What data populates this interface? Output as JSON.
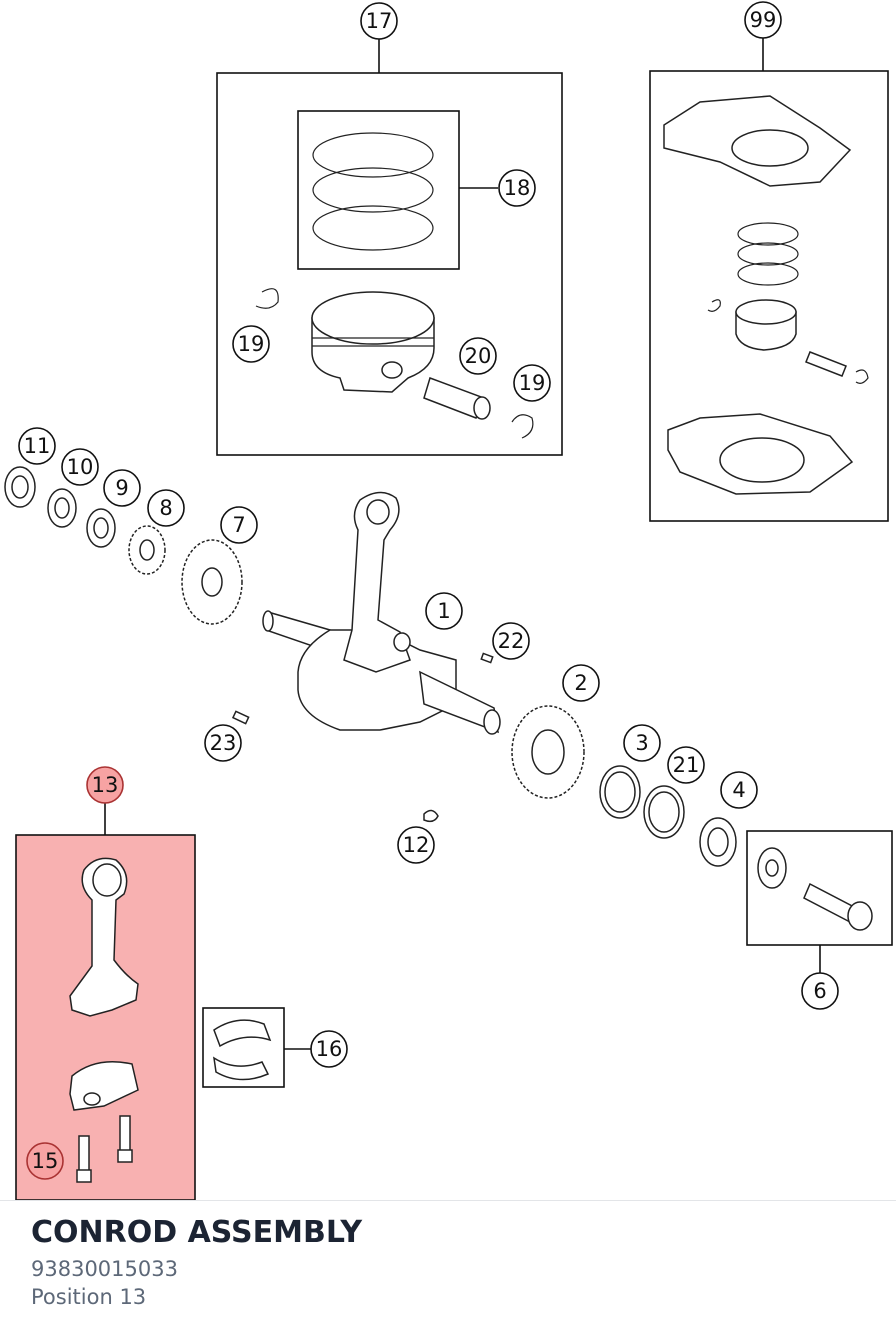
{
  "callouts": {
    "c1": "1",
    "c2": "2",
    "c3": "3",
    "c4": "4",
    "c6": "6",
    "c7": "7",
    "c8": "8",
    "c9": "9",
    "c10": "10",
    "c11": "11",
    "c12": "12",
    "c13": "13",
    "c15": "15",
    "c16": "16",
    "c17": "17",
    "c18": "18",
    "c19a": "19",
    "c19b": "19",
    "c20": "20",
    "c21": "21",
    "c22": "22",
    "c23": "23",
    "c99": "99"
  },
  "highlight": {
    "selected_callout": "13",
    "color": "#f7a3a3"
  },
  "part_info": {
    "title": "CONROD ASSEMBLY",
    "number": "93830015033",
    "position": "Position 13"
  },
  "icons": [
    "connecting-rod-icon",
    "crankshaft-icon",
    "piston-icon",
    "gear-icon",
    "gasket-icon",
    "bearing-shell-icon",
    "bolt-icon"
  ]
}
